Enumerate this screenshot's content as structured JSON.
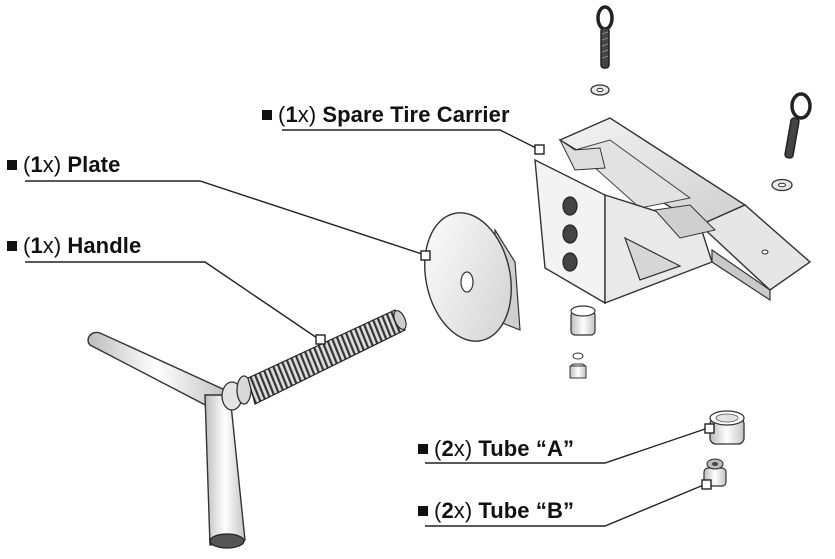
{
  "labels": {
    "spare_tire_carrier": {
      "qty": "1",
      "unit": "x",
      "name": "Spare Tire Carrier"
    },
    "plate": {
      "qty": "1",
      "unit": "x",
      "name": "Plate"
    },
    "handle": {
      "qty": "1",
      "unit": "x",
      "name": "Handle"
    },
    "tube_a": {
      "qty": "2",
      "unit": "x",
      "name": "Tube “A”"
    },
    "tube_b": {
      "qty": "2",
      "unit": "x",
      "name": "Tube “B”"
    }
  }
}
